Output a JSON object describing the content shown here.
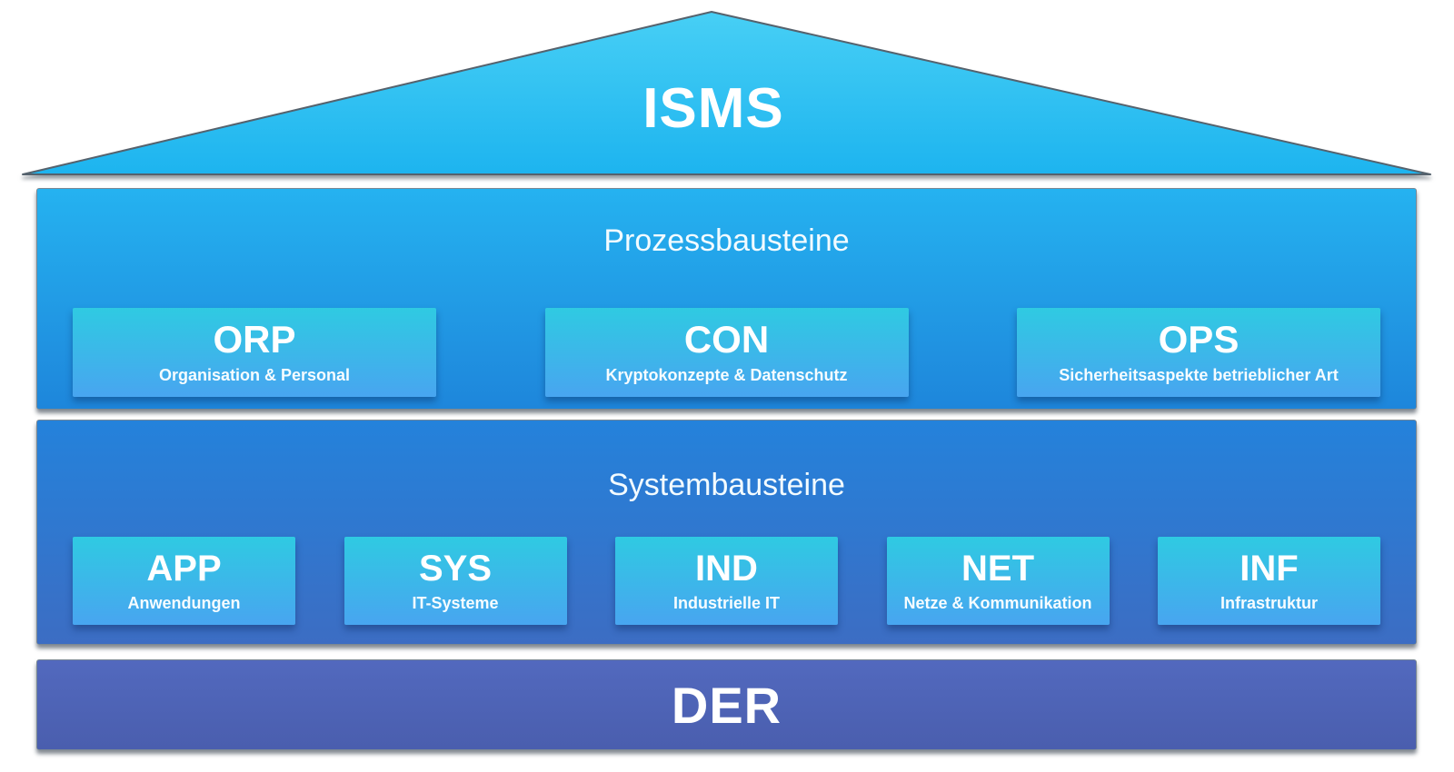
{
  "diagram": {
    "roof": {
      "label": "ISMS"
    },
    "layers": [
      {
        "id": "prozessbausteine",
        "title": "Prozessbausteine",
        "modules": [
          {
            "code": "ORP",
            "subtitle": "Organisation & Personal"
          },
          {
            "code": "CON",
            "subtitle": "Kryptokonzepte & Datenschutz"
          },
          {
            "code": "OPS",
            "subtitle": "Sicherheitsaspekte betrieblicher Art"
          }
        ]
      },
      {
        "id": "systembausteine",
        "title": "Systembausteine",
        "modules": [
          {
            "code": "APP",
            "subtitle": "Anwendungen"
          },
          {
            "code": "SYS",
            "subtitle": "IT-Systeme"
          },
          {
            "code": "IND",
            "subtitle": "Industrielle IT"
          },
          {
            "code": "NET",
            "subtitle": "Netze & Kommunikation"
          },
          {
            "code": "INF",
            "subtitle": "Infrastruktur"
          }
        ]
      }
    ],
    "base": {
      "label": "DER"
    },
    "palette": {
      "roof_gradient": [
        "#47cff5",
        "#1db4ef"
      ],
      "process_layer_gradient": [
        "#25b2f0",
        "#1e86db"
      ],
      "system_layer_gradient": [
        "#2482db",
        "#3c6dc3"
      ],
      "module_gradient": [
        "#2fcae2",
        "#48a5f0"
      ],
      "base_layer_gradient": [
        "#5269be",
        "#4a5eae"
      ],
      "border_gray": "#7a8894",
      "text": "#ffffff"
    }
  }
}
